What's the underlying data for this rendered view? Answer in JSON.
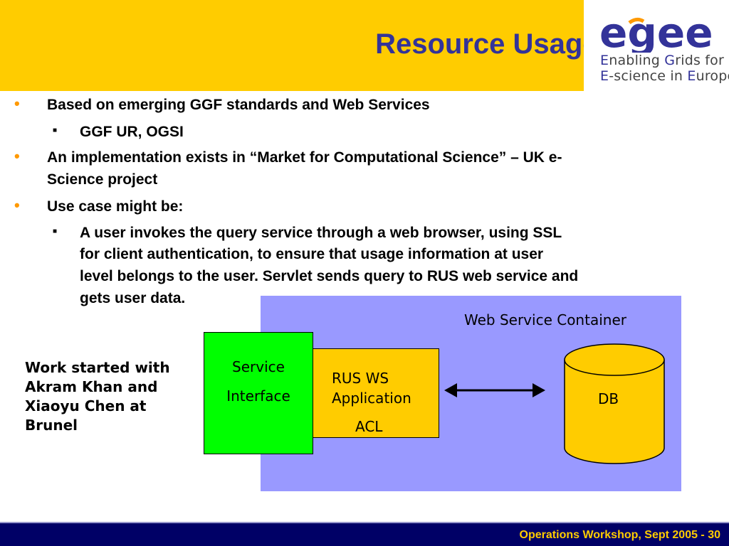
{
  "slide": {
    "title": "Resource Usage Service",
    "logo": {
      "wordmark": "egee",
      "line1_cap1": "E",
      "line1_rest1": "nabling ",
      "line1_cap2": "G",
      "line1_rest2": "rids for",
      "line2_cap1": "E",
      "line2_rest1": "-science in ",
      "line2_cap2": "E",
      "line2_rest2": "urope"
    },
    "bullets": {
      "b1": "Based on emerging GGF standards and Web Services",
      "b1_sub": "GGF UR, OGSI",
      "b2_line1": "An implementation exists in “Market for Computational Science” – UK e-",
      "b2_line2": "Science project",
      "b3": "Use case might be:",
      "b3_sub_line1": "A user invokes the query service through a web browser, using SSL",
      "b3_sub_line2": "for client authentication, to ensure that usage information at user",
      "b3_sub_line3": "level belongs to the user. Servlet sends query to RUS web service and",
      "b3_sub_line4": "gets user data."
    },
    "diagram": {
      "container_label": "Web Service Container",
      "service_line1": "Service",
      "service_line2": "Interface",
      "rus_line1": "RUS WS",
      "rus_line2": "Application",
      "acl": "ACL",
      "db": "DB"
    },
    "note": {
      "line1": "Work started with",
      "line2": "Akram Khan and",
      "line3": "Xiaoyu Chen at",
      "line4": "Brunel"
    },
    "footer": "Operations Workshop, Sept 2005 - 30",
    "colors": {
      "header": "#ffcc00",
      "title": "#333399",
      "bullet_mark": "#ff9900",
      "container": "#9999ff",
      "service_box": "#00ff00",
      "rus_box": "#ffcc00",
      "db": "#ffcc00",
      "footer_bg": "#000066",
      "footer_text": "#ffcc00"
    }
  }
}
